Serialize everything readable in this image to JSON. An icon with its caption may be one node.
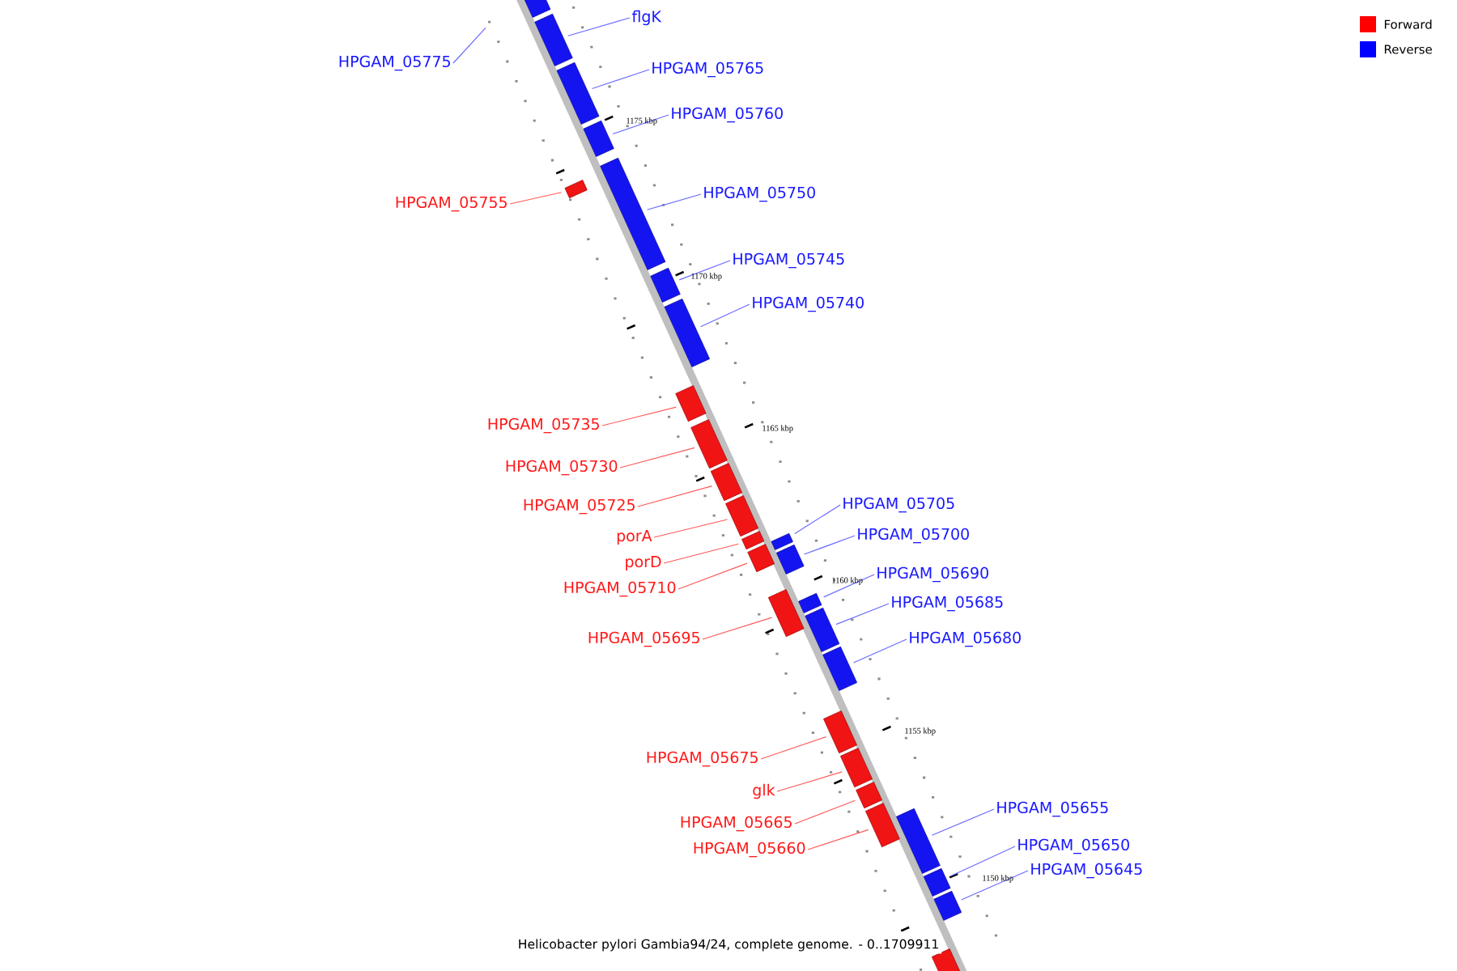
{
  "diagram": {
    "caption": "Helicobacter pylori Gambia94/24, complete genome. - 0..1709911",
    "nodes": [
      {
        "text": [],
        "shape": "box"
      },
      {
        "text": [],
        "shape": "box"
      },
      {
        "text": [],
        "shape": "box"
      },
      {
        "text": [],
        "shape": "box"
      },
      {
        "text": [],
        "shape": "box"
      },
      {
        "text": [],
        "shape": "box"
      },
      {
        "text": [],
        "shape": "box"
      },
      {
        "text": [],
        "shape": "box"
      },
      {
        "text": [],
        "shape": "box"
      },
      {
        "text": [],
        "shape": "box"
      },
      {
        "text": [],
        "shape": "box"
      },
      {
        "text": [],
        "shape": "box"
      },
      {
        "text": [],
        "shape": "box"
      },
      {
        "text": [],
        "shape": "box"
      },
      {
        "text": [],
        "shape": "box"
      },
      {
        "text": [],
        "shape": "box"
      },
      {
        "text": [],
        "shape": "box"
      },
      {
        "text": [],
        "shape": "box"
      },
      {
        "text": [],
        "shape": "box"
      },
      {
        "text": [],
        "shape": "box"
      },
      {
        "text": [],
        "shape": "box"
      },
      {
        "text": [],
        "shape": "box"
      },
      {
        "text": [],
        "shape": "box"
      },
      {
        "text": [],
        "shape": "box"
      },
      {
        "text": [],
        "shape": "box"
      },
      {
        "text": [],
        "shape": "box"
      },
      {
        "text": [],
        "shape": "box"
      },
      {
        "text": [],
        "shape": "box"
      },
      {
        "text": [
          "flgK"
        ]
      },
      {
        "text": [
          "HPGAM_05775"
        ]
      },
      {
        "text": [
          "HPGAM_05765"
        ]
      },
      {
        "text": [
          "HPGAM_05760"
        ]
      },
      {
        "text": [
          "HPGAM_05755"
        ]
      },
      {
        "text": [
          "HPGAM_05750"
        ]
      },
      {
        "text": [
          "HPGAM_05745"
        ]
      },
      {
        "text": [
          "HPGAM_05740"
        ]
      },
      {
        "text": [
          "HPGAM_05735"
        ]
      },
      {
        "text": [
          "HPGAM_05730"
        ]
      },
      {
        "text": [
          "HPGAM_05725"
        ]
      },
      {
        "text": [
          "porA"
        ]
      },
      {
        "text": [
          "porD"
        ]
      },
      {
        "text": [
          "HPGAM_05710"
        ]
      },
      {
        "text": [
          "HPGAM_05705"
        ]
      },
      {
        "text": [
          "HPGAM_05700"
        ]
      },
      {
        "text": [
          "HPGAM_05695"
        ]
      },
      {
        "text": [
          "HPGAM_05690"
        ]
      },
      {
        "text": [
          "HPGAM_05685"
        ]
      },
      {
        "text": [
          "HPGAM_05680"
        ]
      },
      {
        "text": [
          "HPGAM_05675"
        ]
      },
      {
        "text": [
          "glk"
        ]
      },
      {
        "text": [
          "HPGAM_05665"
        ]
      },
      {
        "text": [
          "HPGAM_05660"
        ]
      },
      {
        "text": [
          "HPGAM_05655"
        ]
      },
      {
        "text": [
          "HPGAM_05650"
        ]
      },
      {
        "text": [
          "HPGAM_05645"
        ]
      }
    ],
    "edges": [
      {
        "from": 28,
        "to": 1,
        "arrow": "none"
      },
      {
        "from": 29,
        "to": null,
        "arrow": "none"
      },
      {
        "from": 30,
        "to": 2,
        "arrow": "none"
      },
      {
        "from": 31,
        "to": 3,
        "arrow": "none"
      },
      {
        "from": 32,
        "to": 4,
        "arrow": "none",
        "color": "#ff5a5a"
      },
      {
        "from": 33,
        "to": 5,
        "arrow": "none"
      },
      {
        "from": 34,
        "to": 6,
        "arrow": "none"
      },
      {
        "from": 35,
        "to": 7,
        "arrow": "none"
      },
      {
        "from": 36,
        "to": 8,
        "arrow": "none",
        "color": "#ff5a5a"
      },
      {
        "from": 37,
        "to": 9,
        "arrow": "none",
        "color": "#ff5a5a"
      },
      {
        "from": 38,
        "to": 10,
        "arrow": "none",
        "color": "#ff5a5a"
      },
      {
        "from": 39,
        "to": 11,
        "arrow": "none",
        "color": "#ff5a5a"
      },
      {
        "from": 40,
        "to": 12,
        "arrow": "none",
        "color": "#ff5a5a"
      },
      {
        "from": 41,
        "to": 13,
        "arrow": "none",
        "color": "#ff5a5a"
      },
      {
        "from": 42,
        "to": 14,
        "arrow": "none"
      },
      {
        "from": 43,
        "to": 15,
        "arrow": "none"
      },
      {
        "from": 44,
        "to": 16,
        "arrow": "none",
        "color": "#ff5a5a"
      },
      {
        "from": 45,
        "to": 17,
        "arrow": "none"
      },
      {
        "from": 46,
        "to": 18,
        "arrow": "none"
      },
      {
        "from": 47,
        "to": 19,
        "arrow": "none"
      },
      {
        "from": 48,
        "to": 20,
        "arrow": "none",
        "color": "#ff5a5a"
      },
      {
        "from": 49,
        "to": 21,
        "arrow": "none",
        "color": "#ff5a5a"
      },
      {
        "from": 50,
        "to": 22,
        "arrow": "none",
        "color": "#ff5a5a"
      },
      {
        "from": 51,
        "to": 23,
        "arrow": "none",
        "color": "#ff5a5a"
      },
      {
        "from": 52,
        "to": 24,
        "arrow": "none"
      },
      {
        "from": 53,
        "to": 25,
        "arrow": "none"
      },
      {
        "from": 54,
        "to": 26,
        "arrow": "none"
      }
    ],
    "labels": [
      "1175 kbp",
      "1170 kbp",
      "1165 kbp",
      "1160 kbp",
      "1155 kbp",
      "1150 kbp"
    ],
    "legend": [
      {
        "text": "Forward",
        "color": "#ff0000"
      },
      {
        "text": "Reverse",
        "color": "#0000ff"
      }
    ]
  }
}
